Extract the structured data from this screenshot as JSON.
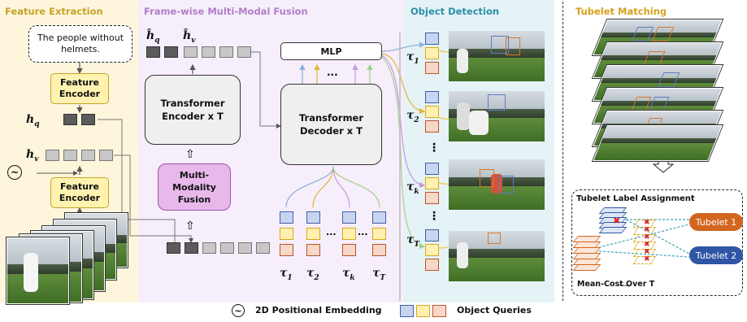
{
  "panels": {
    "feature_extraction": "Feature Extraction",
    "fusion": "Frame-wise Multi-Modal Fusion",
    "detection": "Object Detection",
    "matching": "Tubelet Matching"
  },
  "text_query": "The people without helmets.",
  "feature_encoder_top": "Feature Encoder",
  "feature_encoder_bottom": "Feature Encoder",
  "h_q": "h",
  "h_q_sub": "q",
  "h_v": "h",
  "h_v_sub": "v",
  "hat_q": "ĥ",
  "hat_q_sub": "q",
  "hat_v": "ĥ",
  "hat_v_sub": "v",
  "transformer_encoder": "Transformer Encoder x T",
  "multimodality_fusion": "Multi-Modality Fusion",
  "mlp": "MLP",
  "transformer_decoder": "Transformer Decoder x T",
  "dots": "...",
  "vdots": "⋮",
  "tau": "τ",
  "query_taus": [
    "1",
    "2",
    "k",
    "T"
  ],
  "detection_taus": [
    "1",
    "2",
    "k",
    "T"
  ],
  "tubelet_label_assignment": "Tubelet Label Assignment",
  "tubelet_1": "Tubelet 1",
  "tubelet_2": "Tubelet 2",
  "mean_cost": "Mean-Cost Over T",
  "legend": {
    "pos_embedding": "2D Positional Embedding",
    "object_queries": "Object Queries"
  },
  "colors": {
    "feature_bg": "#fdf6dd",
    "fusion_bg": "#f6eefa",
    "detection_bg": "#e5f3f6",
    "encoder_fill": "#fff2b0",
    "fusion_fill": "#e8b8ea",
    "tubelet_1": "#d2661f",
    "tubelet_2": "#2f56a5"
  }
}
